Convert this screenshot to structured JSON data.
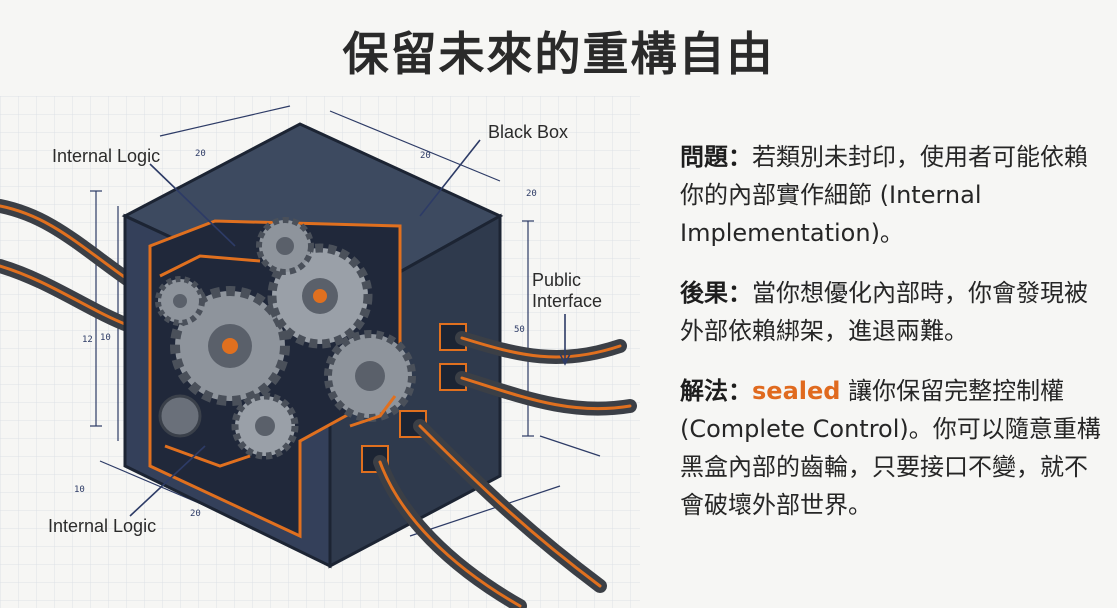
{
  "title": "保留未來的重構自由",
  "diagram": {
    "labels": {
      "internal_logic_top": "Internal Logic",
      "black_box": "Black Box",
      "public_interface_line1": "Public",
      "public_interface_line2": "Interface",
      "internal_logic_bottom": "Internal Logic"
    },
    "dimension_marks": [
      "20",
      "20",
      "50",
      "10",
      "12",
      "20",
      "10",
      "20"
    ],
    "colors": {
      "box_dark": "#2f3a4d",
      "box_mid": "#3d4a60",
      "accent_orange": "#e0701f",
      "gear_metal": "#8e949c",
      "blueprint_line": "#2d3b66",
      "grid": "#d9dde3"
    }
  },
  "paragraphs": [
    {
      "head": "問題：",
      "body": "若類別未封印，使用者可能依賴你的內部實作細節 (Internal Implementation)。"
    },
    {
      "head": "後果：",
      "body": "當你想優化內部時，你會發現被外部依賴綁架，進退兩難。"
    },
    {
      "head": "解法：",
      "keyword": "sealed",
      "body": " 讓你保留完整控制權 (Complete Control)。你可以隨意重構黑盒內部的齒輪，只要接口不變，就不會破壞外部世界。"
    }
  ]
}
